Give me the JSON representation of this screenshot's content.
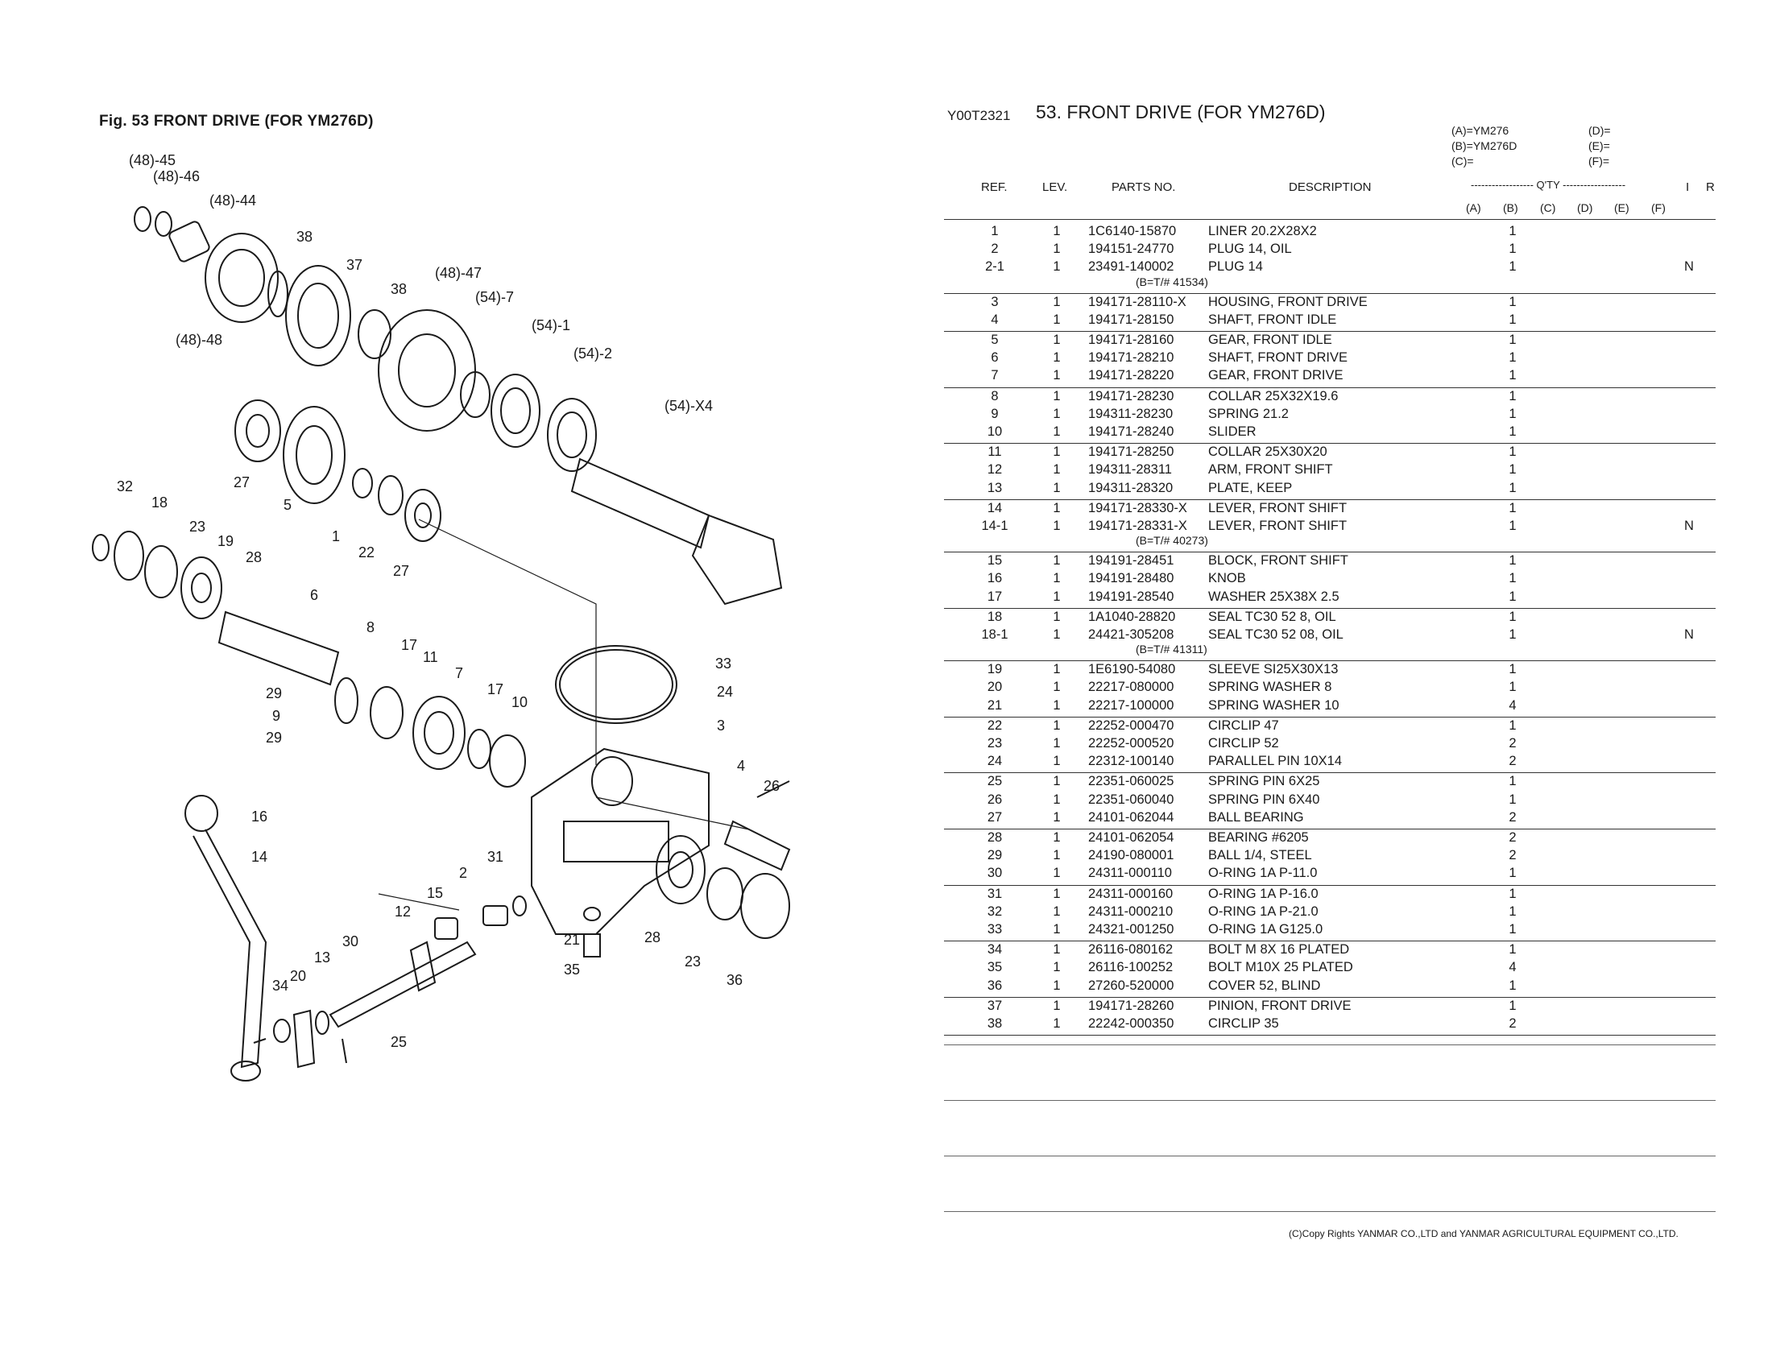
{
  "figure": {
    "title": "Fig. 53   FRONT DRIVE  (FOR YM276D)",
    "callouts": [
      "48-45",
      "48-46",
      "48-44",
      "38",
      "37",
      "38",
      "48-47",
      "54-7",
      "54-1",
      "54-2",
      "54-X4",
      "48-48",
      "27",
      "5",
      "1",
      "22",
      "27",
      "32",
      "18",
      "23",
      "19",
      "28",
      "6",
      "8",
      "17",
      "11",
      "7",
      "17",
      "10",
      "33",
      "24",
      "3",
      "29",
      "9",
      "29",
      "16",
      "14",
      "4",
      "26",
      "31",
      "2",
      "15",
      "12",
      "21",
      "35",
      "28",
      "23",
      "36",
      "13",
      "30",
      "20",
      "34",
      "25"
    ]
  },
  "header": {
    "code": "Y00T2321",
    "title": "53.  FRONT DRIVE (FOR YM276D)",
    "models_left": [
      "(A)=YM276",
      "(B)=YM276D",
      "(C)="
    ],
    "models_right": [
      "(D)=",
      "(E)=",
      "(F)="
    ]
  },
  "columns": {
    "ref": "REF.",
    "lev": "LEV.",
    "parts_no": "PARTS NO.",
    "description": "DESCRIPTION",
    "qty": "------------------  Q'TY  ------------------",
    "i": "I",
    "r": "R",
    "qty_sub": [
      "(A)",
      "(B)",
      "(C)",
      "(D)",
      "(E)",
      "(F)"
    ]
  },
  "parts": [
    {
      "ref": "1",
      "lev": "1",
      "no": "1C6140-15870",
      "desc": "LINER 20.2X28X2",
      "b": "1",
      "i": ""
    },
    {
      "ref": "2",
      "lev": "1",
      "no": "194151-24770",
      "desc": "PLUG 14, OIL",
      "b": "1",
      "i": ""
    },
    {
      "ref": "2-1",
      "lev": "1",
      "no": "23491-140002",
      "desc": "PLUG 14",
      "b": "1",
      "i": "N",
      "note": "(B=T/# 41534)"
    },
    {
      "ref": "3",
      "lev": "1",
      "no": "194171-28110-X",
      "desc": "HOUSING, FRONT DRIVE",
      "b": "1",
      "i": ""
    },
    {
      "ref": "4",
      "lev": "1",
      "no": "194171-28150",
      "desc": "SHAFT, FRONT IDLE",
      "b": "1",
      "i": ""
    },
    {
      "ref": "5",
      "lev": "1",
      "no": "194171-28160",
      "desc": "GEAR, FRONT IDLE",
      "b": "1",
      "i": ""
    },
    {
      "ref": "6",
      "lev": "1",
      "no": "194171-28210",
      "desc": "SHAFT, FRONT DRIVE",
      "b": "1",
      "i": ""
    },
    {
      "ref": "7",
      "lev": "1",
      "no": "194171-28220",
      "desc": "GEAR, FRONT DRIVE",
      "b": "1",
      "i": ""
    },
    {
      "ref": "8",
      "lev": "1",
      "no": "194171-28230",
      "desc": "COLLAR 25X32X19.6",
      "b": "1",
      "i": ""
    },
    {
      "ref": "9",
      "lev": "1",
      "no": "194311-28230",
      "desc": "SPRING 21.2",
      "b": "1",
      "i": ""
    },
    {
      "ref": "10",
      "lev": "1",
      "no": "194171-28240",
      "desc": "SLIDER",
      "b": "1",
      "i": ""
    },
    {
      "ref": "11",
      "lev": "1",
      "no": "194171-28250",
      "desc": "COLLAR 25X30X20",
      "b": "1",
      "i": ""
    },
    {
      "ref": "12",
      "lev": "1",
      "no": "194311-28311",
      "desc": "ARM, FRONT SHIFT",
      "b": "1",
      "i": ""
    },
    {
      "ref": "13",
      "lev": "1",
      "no": "194311-28320",
      "desc": "PLATE, KEEP",
      "b": "1",
      "i": ""
    },
    {
      "ref": "14",
      "lev": "1",
      "no": "194171-28330-X",
      "desc": "LEVER, FRONT SHIFT",
      "b": "1",
      "i": ""
    },
    {
      "ref": "14-1",
      "lev": "1",
      "no": "194171-28331-X",
      "desc": "LEVER, FRONT SHIFT",
      "b": "1",
      "i": "N",
      "note": "(B=T/# 40273)"
    },
    {
      "ref": "15",
      "lev": "1",
      "no": "194191-28451",
      "desc": "BLOCK, FRONT SHIFT",
      "b": "1",
      "i": ""
    },
    {
      "ref": "16",
      "lev": "1",
      "no": "194191-28480",
      "desc": "KNOB",
      "b": "1",
      "i": ""
    },
    {
      "ref": "17",
      "lev": "1",
      "no": "194191-28540",
      "desc": "WASHER 25X38X 2.5",
      "b": "1",
      "i": ""
    },
    {
      "ref": "18",
      "lev": "1",
      "no": "1A1040-28820",
      "desc": "SEAL TC30 52 8, OIL",
      "b": "1",
      "i": ""
    },
    {
      "ref": "18-1",
      "lev": "1",
      "no": "24421-305208",
      "desc": "SEAL TC30 52 08, OIL",
      "b": "1",
      "i": "N",
      "note": "(B=T/# 41311)"
    },
    {
      "ref": "19",
      "lev": "1",
      "no": "1E6190-54080",
      "desc": "SLEEVE SI25X30X13",
      "b": "1",
      "i": ""
    },
    {
      "ref": "20",
      "lev": "1",
      "no": "22217-080000",
      "desc": "SPRING WASHER  8",
      "b": "1",
      "i": ""
    },
    {
      "ref": "21",
      "lev": "1",
      "no": "22217-100000",
      "desc": "SPRING WASHER 10",
      "b": "4",
      "i": ""
    },
    {
      "ref": "22",
      "lev": "1",
      "no": "22252-000470",
      "desc": "CIRCLIP  47",
      "b": "1",
      "i": ""
    },
    {
      "ref": "23",
      "lev": "1",
      "no": "22252-000520",
      "desc": "CIRCLIP  52",
      "b": "2",
      "i": ""
    },
    {
      "ref": "24",
      "lev": "1",
      "no": "22312-100140",
      "desc": "PARALLEL PIN 10X14",
      "b": "2",
      "i": ""
    },
    {
      "ref": "25",
      "lev": "1",
      "no": "22351-060025",
      "desc": "SPRING PIN 6X25",
      "b": "1",
      "i": ""
    },
    {
      "ref": "26",
      "lev": "1",
      "no": "22351-060040",
      "desc": "SPRING PIN 6X40",
      "b": "1",
      "i": ""
    },
    {
      "ref": "27",
      "lev": "1",
      "no": "24101-062044",
      "desc": "BALL BEARING",
      "b": "2",
      "i": ""
    },
    {
      "ref": "28",
      "lev": "1",
      "no": "24101-062054",
      "desc": "BEARING #6205",
      "b": "2",
      "i": ""
    },
    {
      "ref": "29",
      "lev": "1",
      "no": "24190-080001",
      "desc": "BALL 1/4, STEEL",
      "b": "2",
      "i": ""
    },
    {
      "ref": "30",
      "lev": "1",
      "no": "24311-000110",
      "desc": "O-RING 1A P-11.0",
      "b": "1",
      "i": ""
    },
    {
      "ref": "31",
      "lev": "1",
      "no": "24311-000160",
      "desc": "O-RING 1A P-16.0",
      "b": "1",
      "i": ""
    },
    {
      "ref": "32",
      "lev": "1",
      "no": "24311-000210",
      "desc": "O-RING 1A P-21.0",
      "b": "1",
      "i": ""
    },
    {
      "ref": "33",
      "lev": "1",
      "no": "24321-001250",
      "desc": "O-RING 1A G125.0",
      "b": "1",
      "i": ""
    },
    {
      "ref": "34",
      "lev": "1",
      "no": "26116-080162",
      "desc": "BOLT M 8X 16 PLATED",
      "b": "1",
      "i": ""
    },
    {
      "ref": "35",
      "lev": "1",
      "no": "26116-100252",
      "desc": "BOLT M10X 25 PLATED",
      "b": "4",
      "i": ""
    },
    {
      "ref": "36",
      "lev": "1",
      "no": "27260-520000",
      "desc": "COVER 52, BLIND",
      "b": "1",
      "i": ""
    },
    {
      "ref": "37",
      "lev": "1",
      "no": "194171-28260",
      "desc": "PINION, FRONT DRIVE",
      "b": "1",
      "i": ""
    },
    {
      "ref": "38",
      "lev": "1",
      "no": "22242-000350",
      "desc": "CIRCLIP  35",
      "b": "2",
      "i": ""
    }
  ],
  "copyright": "(C)Copy Rights  YANMAR CO.,LTD and YANMAR AGRICULTURAL EQUIPMENT CO.,LTD."
}
